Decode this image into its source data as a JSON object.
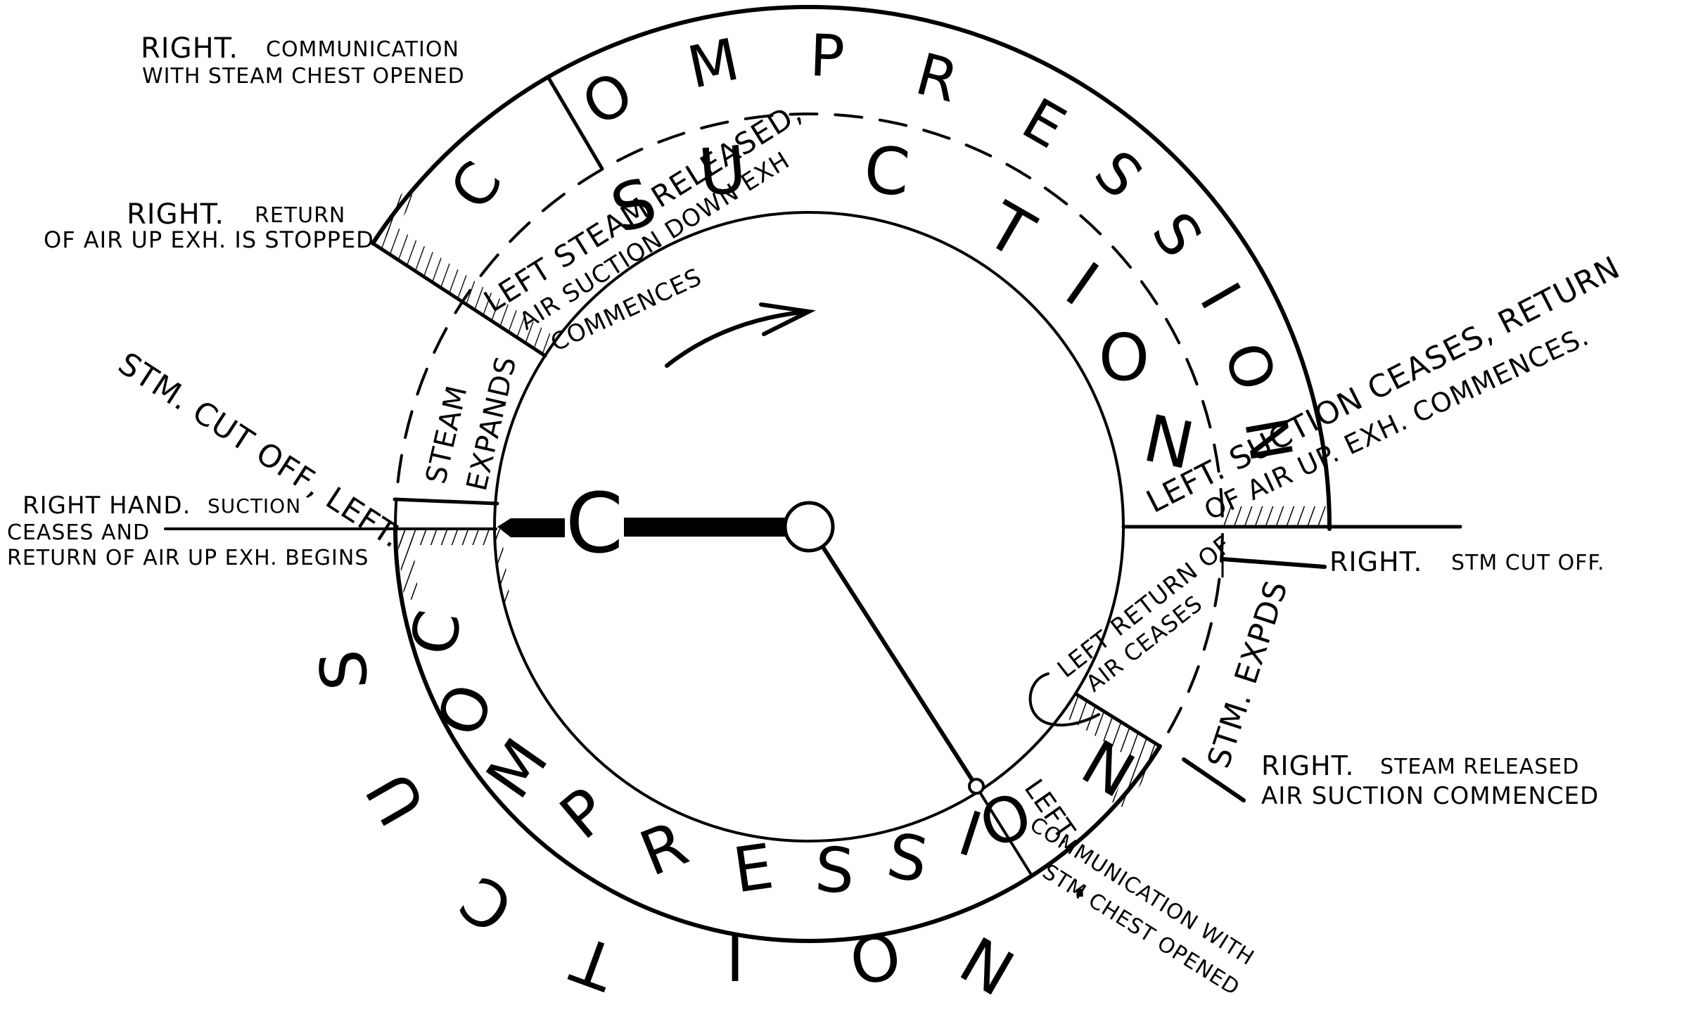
{
  "diagram": {
    "title": "Air pump valve timing diagram",
    "crank_label": "C",
    "ring_words": {
      "outer_upper": [
        "C",
        "O",
        "M",
        "P",
        "R",
        "E",
        "S",
        "S",
        "I",
        "O",
        "N"
      ],
      "inner_upper": [
        "S",
        "U",
        "C",
        "T",
        "I",
        "O",
        "N"
      ],
      "lower_inner": [
        "C",
        "O",
        "M",
        "P",
        "R",
        "E",
        "S",
        "S",
        "I",
        "O",
        "N"
      ],
      "lower_outer": [
        "S",
        "U",
        "C",
        "T",
        "I",
        "O",
        "N",
        "."
      ]
    },
    "annotations": {
      "right_comm_opened": {
        "line1_head": "RIGHT.",
        "line1_rest": "COMMUNICATION",
        "line2": "WITH STEAM CHEST OPENED"
      },
      "right_return_stopped": {
        "line1_head": "RIGHT.",
        "line1_rest": "RETURN",
        "line2": "OF AIR UP EXH. IS STOPPED."
      },
      "stm_cut_off_left": "STM. CUT OFF, LEFT.",
      "right_hand_suction": {
        "line1_head": "RIGHT HAND.",
        "line1_rest": "SUCTION",
        "line2": "CEASES AND",
        "line3": "RETURN OF AIR UP EXH. BEGINS"
      },
      "steam_expands": {
        "line1": "STEAM",
        "line2": "EXPANDS"
      },
      "left_steam_released": {
        "line1": "LEFT STEAM RELEASED,",
        "line2": "AIR SUCTION DOWN EXH",
        "line3": "COMMENCES"
      },
      "left_suction_ceases": {
        "line1": "LEFT. SUCTION CEASES, RETURN",
        "line2": "OF AIR UP. EXH. COMMENCES."
      },
      "right_stm_cut_off": {
        "head": "RIGHT.",
        "rest": "STM CUT OFF."
      },
      "left_return_ceases": {
        "line1": "LEFT RETURN OF",
        "line2": "AIR CEASES"
      },
      "stm_expds": "STM. EXPDS",
      "right_steam_released": {
        "line1_head": "RIGHT.",
        "line1_rest": "STEAM RELEASED",
        "line2": "AIR SUCTION COMMENCED"
      },
      "left_comm_opened": {
        "line1": "LEFT.",
        "line2": "COMMUNICATION WITH",
        "line3": "STM CHEST OPENED"
      }
    },
    "rotation_direction": "clockwise"
  }
}
